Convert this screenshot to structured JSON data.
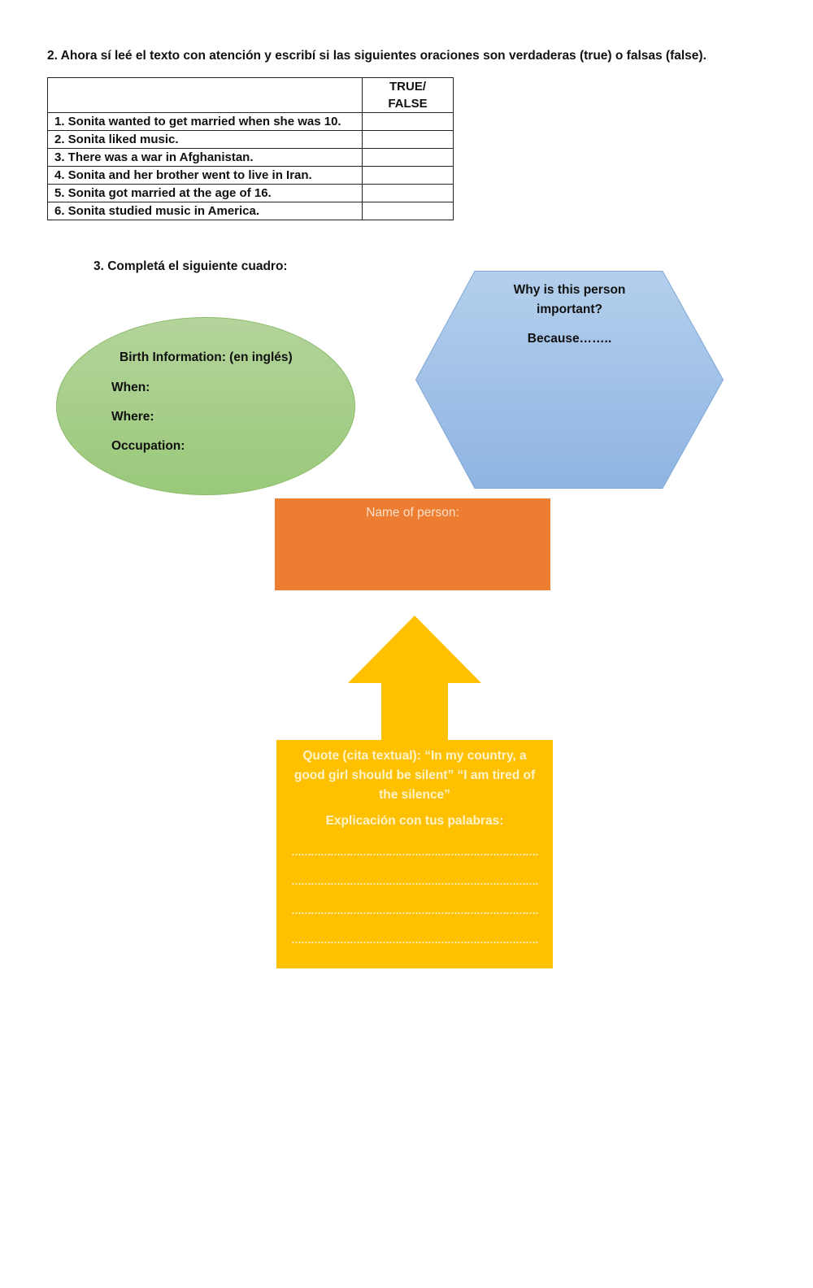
{
  "section2": {
    "title": "2. Ahora sí leé el texto con atención y escribí si las siguientes oraciones son verdaderas (true) o falsas (false).",
    "table": {
      "header_line1": "TRUE/",
      "header_line2": "FALSE",
      "rows": [
        {
          "statement": "1. Sonita wanted to get married when she was 10.",
          "answer": ""
        },
        {
          "statement": "2. Sonita liked music.",
          "answer": ""
        },
        {
          "statement": "3. There was a war in Afghanistan.",
          "answer": ""
        },
        {
          "statement": "4. Sonita and her brother went to live in Iran.",
          "answer": ""
        },
        {
          "statement": "5. Sonita got married at the age of 16.",
          "answer": ""
        },
        {
          "statement": "6. Sonita studied music in America.",
          "answer": ""
        }
      ]
    }
  },
  "section3": {
    "title": "3. Completá el siguiente cuadro:",
    "birth": {
      "heading": "Birth Information: (en inglés)",
      "when": "When:",
      "where": "Where:",
      "occupation": "Occupation:",
      "color": "#a9d18e"
    },
    "importance": {
      "line1": "Why is this person",
      "line2": "important?",
      "because": "Because……..",
      "color": "#9dc3e6"
    },
    "name": {
      "label": "Name of person:",
      "color": "#ed7d31"
    },
    "quote": {
      "text": "Quote (cita textual): “In my country, a good girl should be silent” “I am tired of the silence”",
      "explanation_label": "Explicación con tus palabras:",
      "dotted_line": "……………………………………………………………………",
      "color": "#ffc000"
    }
  }
}
